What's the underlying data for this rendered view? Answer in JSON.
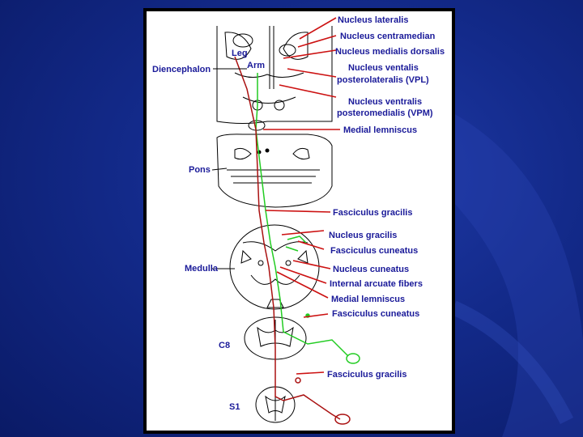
{
  "labels": {
    "nucleus_lateralis": "Nucleus lateralis",
    "nucleus_centramedian": "Nucleus centramedian",
    "nucleus_medialis_dorsalis": "Nucleus medialis dorsalis",
    "nucleus_ventralis": "Nucleus ventalis",
    "vpl": "posterolateralis (VPL)",
    "nucleus_ventralis_2": "Nucleus ventralis",
    "vpm": "posteromedialis (VPM)",
    "medial_lemniscus_top": "Medial lemniscus",
    "fasciculus_gracilis_1": "Fasciculus gracilis",
    "nucleus_gracilis": "Nucleus gracilis",
    "fasciculus_cuneatus_1": "Fasciculus cuneatus",
    "nucleus_cuneatus": "Nucleus cuneatus",
    "internal_arcuate": "Internal arcuate fibers",
    "medial_lemniscus_2": "Medial lemniscus",
    "fasciculus_cuneatus_2": "Fasciculus cuneatus",
    "fasciculus_gracilis_2": "Fasciculus gracilis",
    "leg": "Leg",
    "arm": "Arm",
    "diencephalon": "Diencephalon",
    "pons": "Pons",
    "medulla": "Medulla",
    "c8": "C8",
    "s1": "S1"
  },
  "colors": {
    "pointer_red": "#cc1111",
    "tract_green": "#22cc22",
    "tract_red": "#aa1111",
    "label_blue": "#1a1a99",
    "background": "#132a8a"
  }
}
